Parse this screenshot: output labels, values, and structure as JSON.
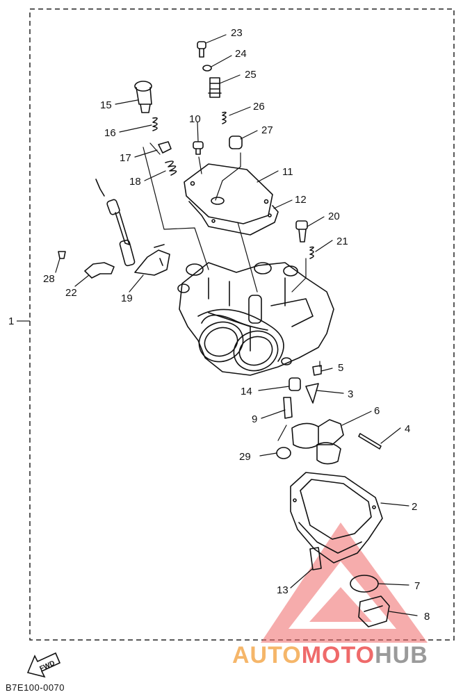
{
  "diagram": {
    "assembly_ref": "1",
    "callouts": [
      {
        "id": "c23",
        "text": "23"
      },
      {
        "id": "c24",
        "text": "24"
      },
      {
        "id": "c25",
        "text": "25"
      },
      {
        "id": "c26",
        "text": "26"
      },
      {
        "id": "c27",
        "text": "27"
      },
      {
        "id": "c15",
        "text": "15"
      },
      {
        "id": "c16",
        "text": "16"
      },
      {
        "id": "c10",
        "text": "10"
      },
      {
        "id": "c17",
        "text": "17"
      },
      {
        "id": "c18",
        "text": "18"
      },
      {
        "id": "c11",
        "text": "11"
      },
      {
        "id": "c12",
        "text": "12"
      },
      {
        "id": "c20",
        "text": "20"
      },
      {
        "id": "c21",
        "text": "21"
      },
      {
        "id": "c28",
        "text": "28"
      },
      {
        "id": "c22",
        "text": "22"
      },
      {
        "id": "c19",
        "text": "19"
      },
      {
        "id": "c5",
        "text": "5"
      },
      {
        "id": "c14",
        "text": "14"
      },
      {
        "id": "c3",
        "text": "3"
      },
      {
        "id": "c9",
        "text": "9"
      },
      {
        "id": "c6",
        "text": "6"
      },
      {
        "id": "c4",
        "text": "4"
      },
      {
        "id": "c29",
        "text": "29"
      },
      {
        "id": "c2",
        "text": "2"
      },
      {
        "id": "c7",
        "text": "7"
      },
      {
        "id": "c13",
        "text": "13"
      },
      {
        "id": "c8",
        "text": "8"
      }
    ],
    "fwd_label": "FWD",
    "diagram_code": "B7E100-0070"
  },
  "watermark": {
    "part1": "AUTO",
    "part2": "MOTO",
    "part3": "HUB",
    "color_orange": "#f5b66a",
    "color_red": "#ef6a6a",
    "color_gray": "#9a9a9a"
  }
}
